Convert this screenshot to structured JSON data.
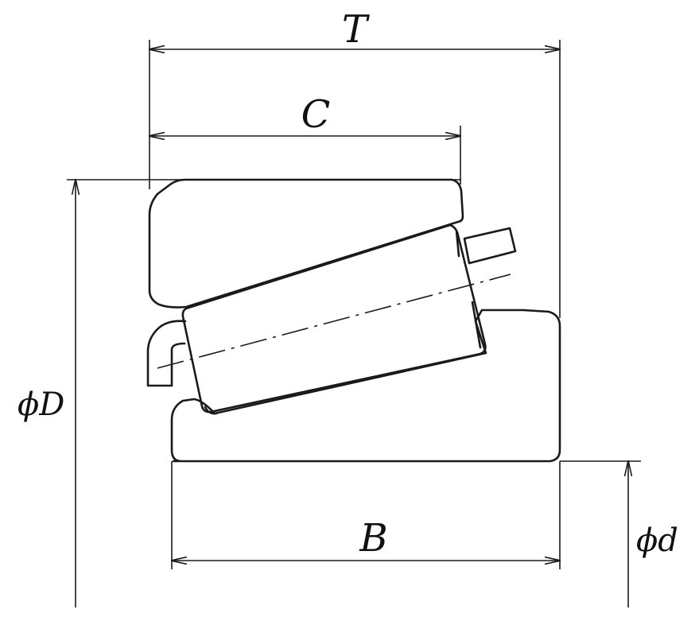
{
  "labels": {
    "T": "T",
    "C": "C",
    "B": "B",
    "D": "ϕD",
    "d": "ϕd"
  },
  "colors": {
    "line": "#1a1a1a",
    "background": "#ffffff"
  }
}
